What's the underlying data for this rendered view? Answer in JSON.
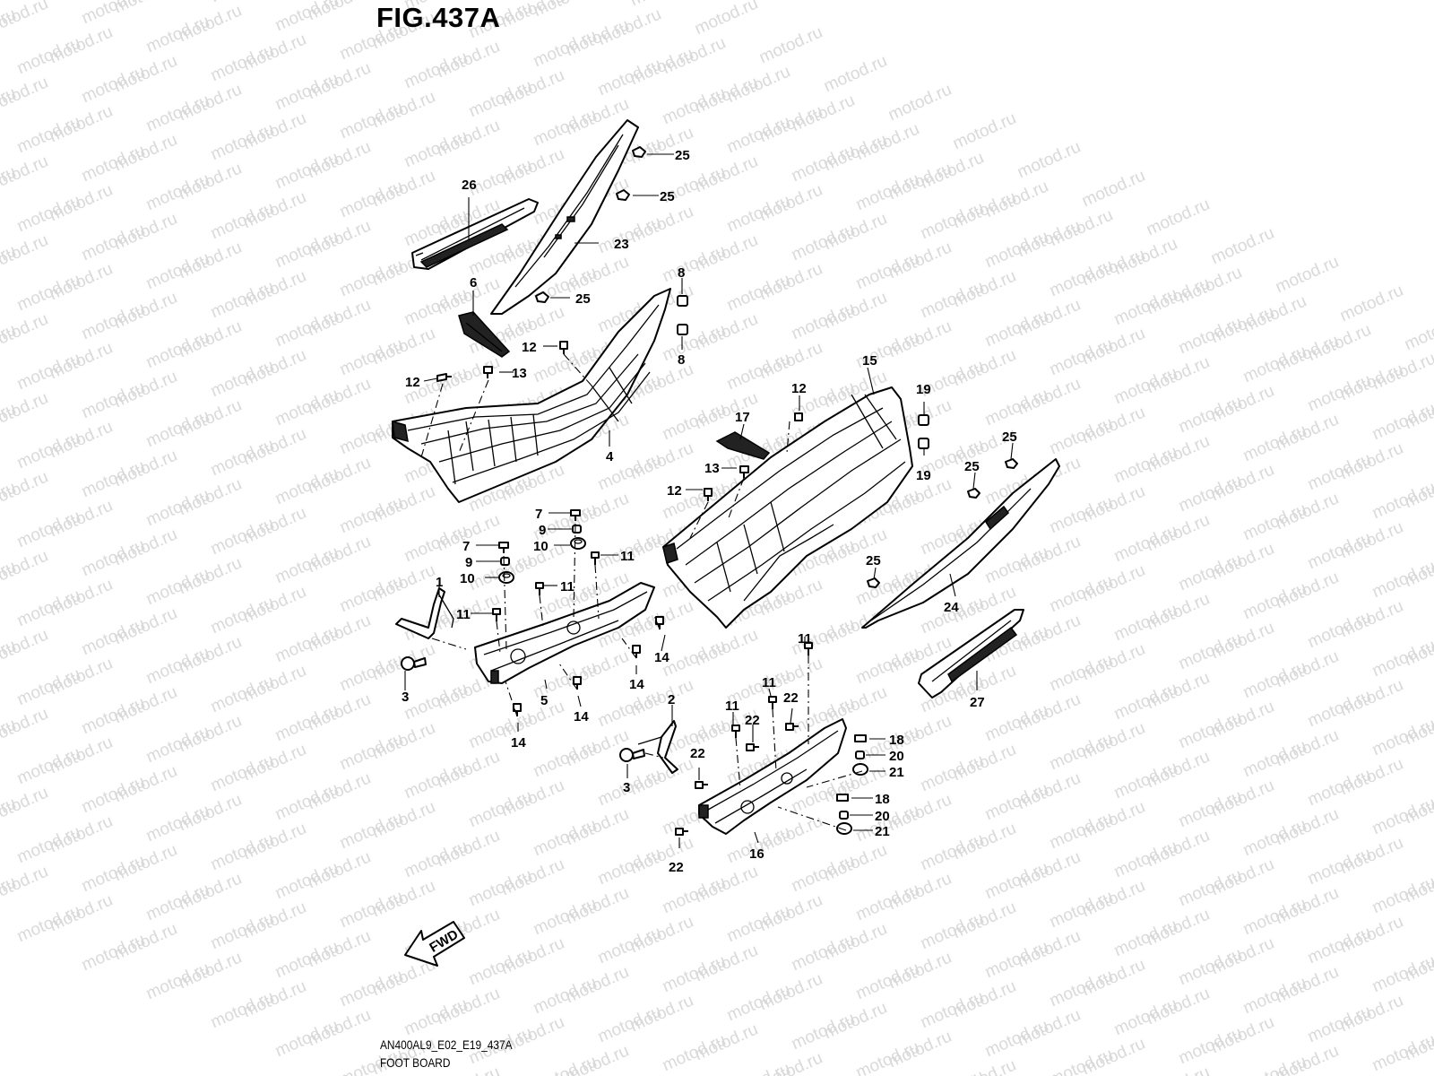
{
  "figure": {
    "title": "FIG.437A",
    "code": "AN400AL9_E02_E19_437A",
    "name": "FOOT BOARD"
  },
  "watermark": {
    "text": "motod.ru",
    "color": "#d9d9d9"
  },
  "direction_arrow": {
    "label": "FWD"
  },
  "callouts": {
    "c1": "1",
    "c2": "2",
    "c3": "3",
    "c4": "4",
    "c5": "5",
    "c6": "6",
    "c7": "7",
    "c8": "8",
    "c9": "9",
    "c10": "10",
    "c11": "11",
    "c12": "12",
    "c13": "13",
    "c14": "14",
    "c15": "15",
    "c16": "16",
    "c17": "17",
    "c18": "18",
    "c19": "19",
    "c20": "20",
    "c21": "21",
    "c22": "22",
    "c23": "23",
    "c24": "24",
    "c25": "25",
    "c26": "26",
    "c27": "27"
  }
}
